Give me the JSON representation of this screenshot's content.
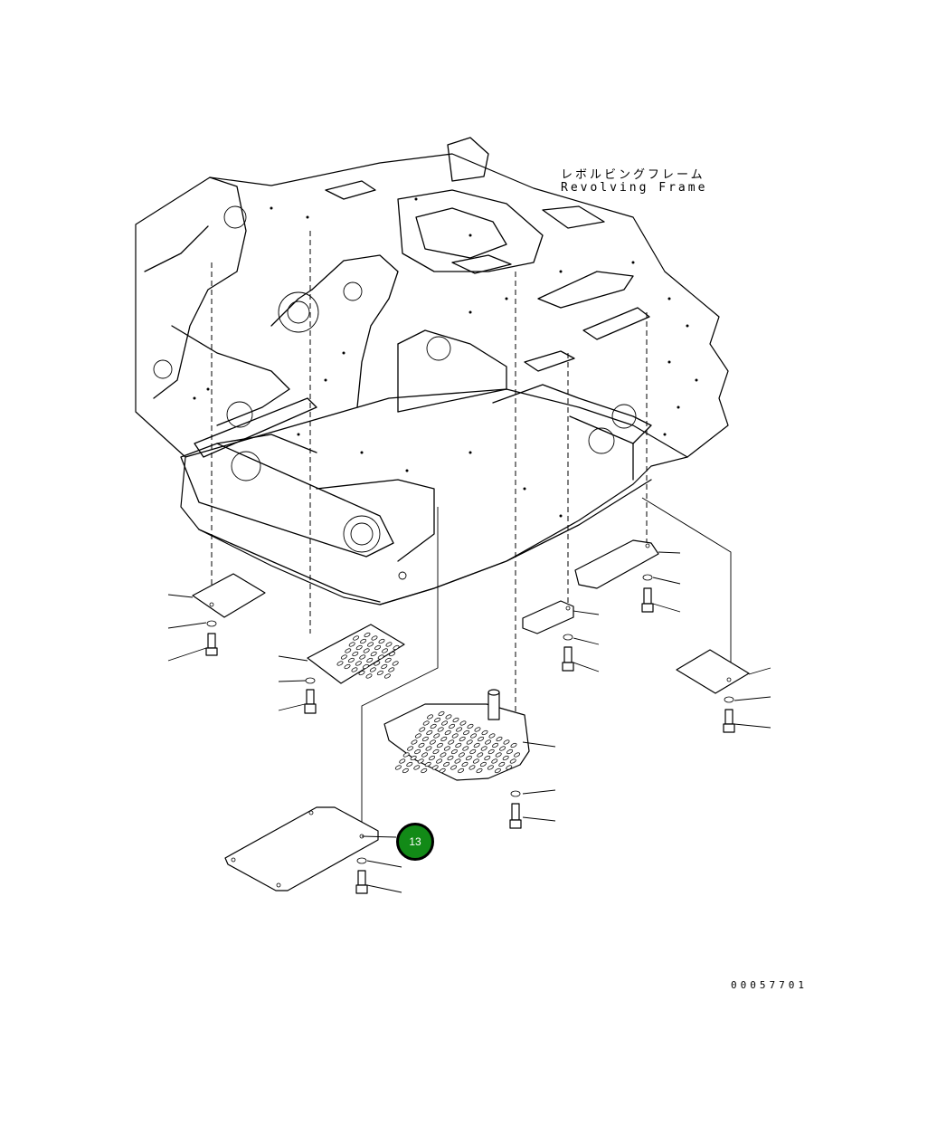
{
  "frame_label_jp": "レボルビングフレーム",
  "frame_label_en": "Revolving Frame",
  "drawing_code": "00057701",
  "callout": {
    "number": "13",
    "color": "#128a17"
  }
}
